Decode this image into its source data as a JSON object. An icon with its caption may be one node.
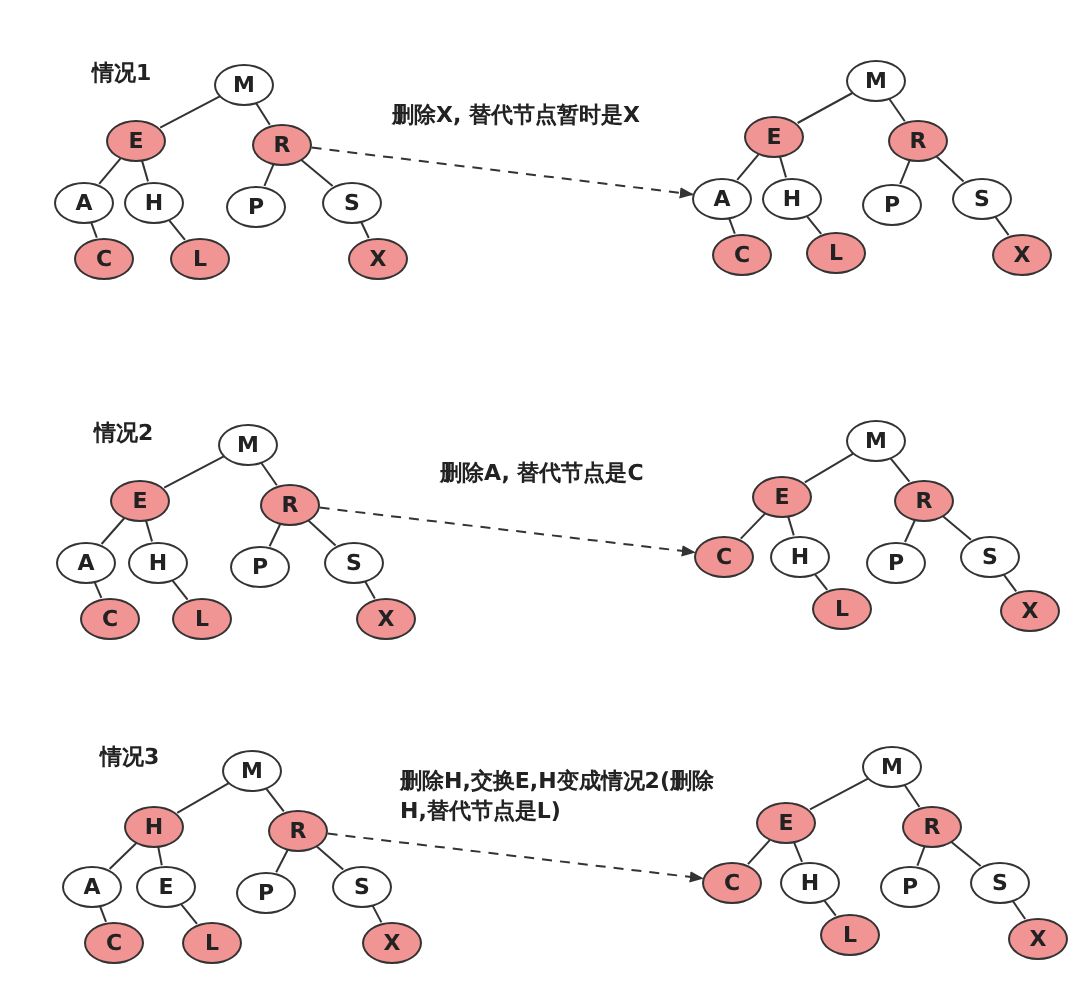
{
  "diagram": {
    "nodes": [
      {
        "text": [
          "M"
        ]
      },
      {
        "text": [
          "E"
        ]
      },
      {
        "text": [
          "R"
        ]
      },
      {
        "text": [
          "A"
        ]
      },
      {
        "text": [
          "H"
        ]
      },
      {
        "text": [
          "P"
        ]
      },
      {
        "text": [
          "S"
        ]
      },
      {
        "text": [
          "C"
        ]
      },
      {
        "text": [
          "L"
        ]
      },
      {
        "text": [
          "X"
        ]
      },
      {
        "text": [
          "M"
        ]
      },
      {
        "text": [
          "E"
        ]
      },
      {
        "text": [
          "R"
        ]
      },
      {
        "text": [
          "A"
        ]
      },
      {
        "text": [
          "H"
        ]
      },
      {
        "text": [
          "P"
        ]
      },
      {
        "text": [
          "S"
        ]
      },
      {
        "text": [
          "C"
        ]
      },
      {
        "text": [
          "L"
        ]
      },
      {
        "text": [
          "X"
        ]
      },
      {
        "text": [
          "M"
        ]
      },
      {
        "text": [
          "E"
        ]
      },
      {
        "text": [
          "R"
        ]
      },
      {
        "text": [
          "A"
        ]
      },
      {
        "text": [
          "H"
        ]
      },
      {
        "text": [
          "P"
        ]
      },
      {
        "text": [
          "S"
        ]
      },
      {
        "text": [
          "C"
        ]
      },
      {
        "text": [
          "L"
        ]
      },
      {
        "text": [
          "X"
        ]
      },
      {
        "text": [
          "M"
        ]
      },
      {
        "text": [
          "E"
        ]
      },
      {
        "text": [
          "R"
        ]
      },
      {
        "text": [
          "C"
        ]
      },
      {
        "text": [
          "H"
        ]
      },
      {
        "text": [
          "P"
        ]
      },
      {
        "text": [
          "S"
        ]
      },
      {
        "text": [
          "L"
        ]
      },
      {
        "text": [
          "X"
        ]
      },
      {
        "text": [
          "M"
        ]
      },
      {
        "text": [
          "H"
        ]
      },
      {
        "text": [
          "R"
        ]
      },
      {
        "text": [
          "A"
        ]
      },
      {
        "text": [
          "E"
        ]
      },
      {
        "text": [
          "P"
        ]
      },
      {
        "text": [
          "S"
        ]
      },
      {
        "text": [
          "C"
        ]
      },
      {
        "text": [
          "L"
        ]
      },
      {
        "text": [
          "X"
        ]
      },
      {
        "text": [
          "M"
        ]
      },
      {
        "text": [
          "E"
        ]
      },
      {
        "text": [
          "R"
        ]
      },
      {
        "text": [
          "C"
        ]
      },
      {
        "text": [
          "H"
        ]
      },
      {
        "text": [
          "P"
        ]
      },
      {
        "text": [
          "S"
        ]
      },
      {
        "text": [
          "L"
        ]
      },
      {
        "text": [
          "X"
        ]
      }
    ],
    "edges": [
      {
        "from": 0,
        "to": 1,
        "arrow": "none"
      },
      {
        "from": 0,
        "to": 2,
        "arrow": "none"
      },
      {
        "from": 1,
        "to": 3,
        "arrow": "none"
      },
      {
        "from": 1,
        "to": 4,
        "arrow": "none"
      },
      {
        "from": 2,
        "to": 5,
        "arrow": "none"
      },
      {
        "from": 2,
        "to": 6,
        "arrow": "none"
      },
      {
        "from": 3,
        "to": 7,
        "arrow": "none"
      },
      {
        "from": 4,
        "to": 8,
        "arrow": "none"
      },
      {
        "from": 6,
        "to": 9,
        "arrow": "none"
      },
      {
        "from": 10,
        "to": 11,
        "arrow": "none"
      },
      {
        "from": 10,
        "to": 12,
        "arrow": "none"
      },
      {
        "from": 11,
        "to": 13,
        "arrow": "none"
      },
      {
        "from": 11,
        "to": 14,
        "arrow": "none"
      },
      {
        "from": 12,
        "to": 15,
        "arrow": "none"
      },
      {
        "from": 12,
        "to": 16,
        "arrow": "none"
      },
      {
        "from": 13,
        "to": 17,
        "arrow": "none"
      },
      {
        "from": 14,
        "to": 18,
        "arrow": "none"
      },
      {
        "from": 16,
        "to": 19,
        "arrow": "none"
      },
      {
        "from": 20,
        "to": 21,
        "arrow": "none"
      },
      {
        "from": 20,
        "to": 22,
        "arrow": "none"
      },
      {
        "from": 21,
        "to": 23,
        "arrow": "none"
      },
      {
        "from": 21,
        "to": 24,
        "arrow": "none"
      },
      {
        "from": 22,
        "to": 25,
        "arrow": "none"
      },
      {
        "from": 22,
        "to": 26,
        "arrow": "none"
      },
      {
        "from": 23,
        "to": 27,
        "arrow": "none"
      },
      {
        "from": 24,
        "to": 28,
        "arrow": "none"
      },
      {
        "from": 26,
        "to": 29,
        "arrow": "none"
      },
      {
        "from": 30,
        "to": 31,
        "arrow": "none"
      },
      {
        "from": 30,
        "to": 32,
        "arrow": "none"
      },
      {
        "from": 31,
        "to": 33,
        "arrow": "none"
      },
      {
        "from": 31,
        "to": 34,
        "arrow": "none"
      },
      {
        "from": 32,
        "to": 35,
        "arrow": "none"
      },
      {
        "from": 32,
        "to": 36,
        "arrow": "none"
      },
      {
        "from": 34,
        "to": 37,
        "arrow": "none"
      },
      {
        "from": 36,
        "to": 38,
        "arrow": "none"
      },
      {
        "from": 39,
        "to": 40,
        "arrow": "none"
      },
      {
        "from": 39,
        "to": 41,
        "arrow": "none"
      },
      {
        "from": 40,
        "to": 42,
        "arrow": "none"
      },
      {
        "from": 40,
        "to": 43,
        "arrow": "none"
      },
      {
        "from": 41,
        "to": 44,
        "arrow": "none"
      },
      {
        "from": 41,
        "to": 45,
        "arrow": "none"
      },
      {
        "from": 42,
        "to": 46,
        "arrow": "none"
      },
      {
        "from": 43,
        "to": 47,
        "arrow": "none"
      },
      {
        "from": 45,
        "to": 48,
        "arrow": "none"
      },
      {
        "from": 49,
        "to": 50,
        "arrow": "none"
      },
      {
        "from": 49,
        "to": 51,
        "arrow": "none"
      },
      {
        "from": 50,
        "to": 52,
        "arrow": "none"
      },
      {
        "from": 50,
        "to": 53,
        "arrow": "none"
      },
      {
        "from": 51,
        "to": 54,
        "arrow": "none"
      },
      {
        "from": 51,
        "to": 55,
        "arrow": "none"
      },
      {
        "from": 53,
        "to": 56,
        "arrow": "none"
      },
      {
        "from": 55,
        "to": 57,
        "arrow": "none"
      },
      {
        "from": 2,
        "to": 13,
        "arrow": "to",
        "style": "dashed",
        "label": "删除X, 替代节点暂时是X"
      },
      {
        "from": 22,
        "to": 33,
        "arrow": "to",
        "style": "dashed",
        "label": "删除A, 替代节点是C"
      },
      {
        "from": 41,
        "to": 52,
        "arrow": "to",
        "style": "dashed",
        "label": "删除H,交换E,H变成情况2(删除H,替代节点是L)"
      }
    ],
    "labels": [
      "情况1",
      "情况2",
      "情况3"
    ]
  }
}
